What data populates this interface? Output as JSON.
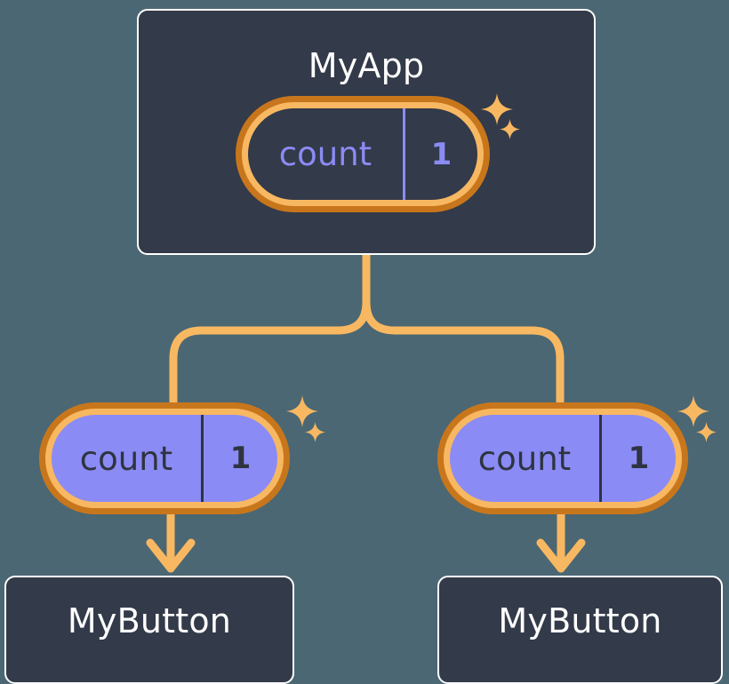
{
  "diagram": {
    "title": "React component tree with shared count state",
    "background_color": "#4b6773",
    "accent_color": "#f8b862",
    "accent_dark_color": "#c8761c",
    "state_color": "#8b8bf5",
    "panel_color": "#333a49",
    "border_color": "#ffffff"
  },
  "nodes": {
    "root": {
      "label": "MyApp",
      "state": {
        "key": "count",
        "value": "1"
      },
      "sparkle_large": "sparkle-icon",
      "sparkle_small": "sparkle-icon"
    },
    "children": [
      {
        "label": "MyButton",
        "state": {
          "key": "count",
          "value": "1"
        },
        "sparkle_large": "sparkle-icon",
        "sparkle_small": "sparkle-icon"
      },
      {
        "label": "MyButton",
        "state": {
          "key": "count",
          "value": "1"
        },
        "sparkle_large": "sparkle-icon",
        "sparkle_small": "sparkle-icon"
      }
    ]
  },
  "connectors": {
    "trunk": "branch-connector",
    "arrow_left": "arrow-down-icon",
    "arrow_right": "arrow-down-icon"
  }
}
